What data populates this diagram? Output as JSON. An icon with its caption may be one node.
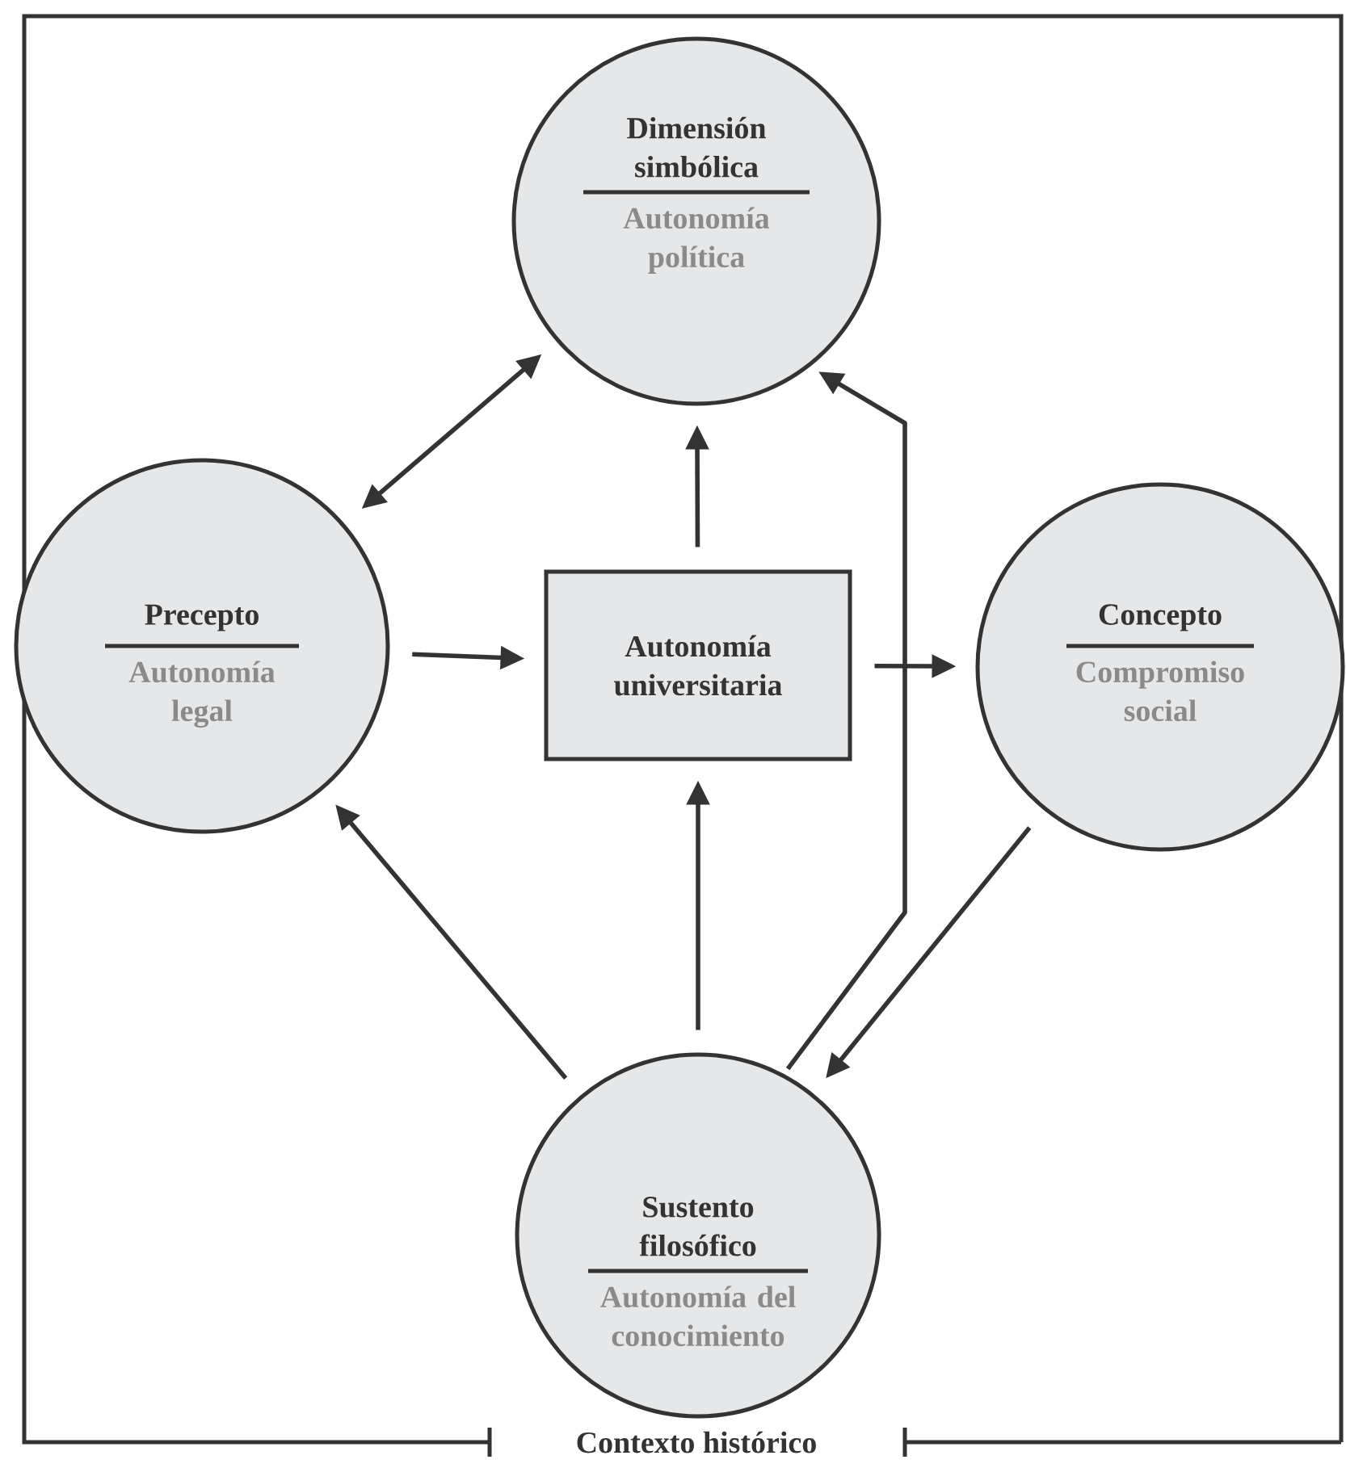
{
  "diagram": {
    "nodes": [
      {
        "text": [
          "Contexto histórico"
        ]
      },
      {
        "text": [
          "Dimensión simbólica",
          "Autonomía política"
        ],
        "in": 0
      },
      {
        "text": [
          "Precepto",
          "Autonomía legal"
        ],
        "in": 0
      },
      {
        "text": [
          "Autonomía universitaria"
        ],
        "in": 0
      },
      {
        "text": [
          "Concepto",
          "Compromiso social"
        ],
        "in": 0
      },
      {
        "text": [
          "Sustento filosófico",
          "Autonomía del conocimiento"
        ],
        "in": 0
      }
    ],
    "edges": [
      {
        "from": 2,
        "to": 1,
        "arrow": "both"
      },
      {
        "from": 3,
        "to": 1,
        "arrow": "to"
      },
      {
        "from": 2,
        "to": 3,
        "arrow": "to"
      },
      {
        "from": 3,
        "to": 4,
        "arrow": "to"
      },
      {
        "from": 5,
        "to": 3,
        "arrow": "to"
      },
      {
        "from": 5,
        "to": 2,
        "arrow": "to"
      },
      {
        "from": 4,
        "to": 5,
        "arrow": "to"
      },
      {
        "from": 5,
        "to": 1,
        "arrow": "to"
      }
    ]
  }
}
